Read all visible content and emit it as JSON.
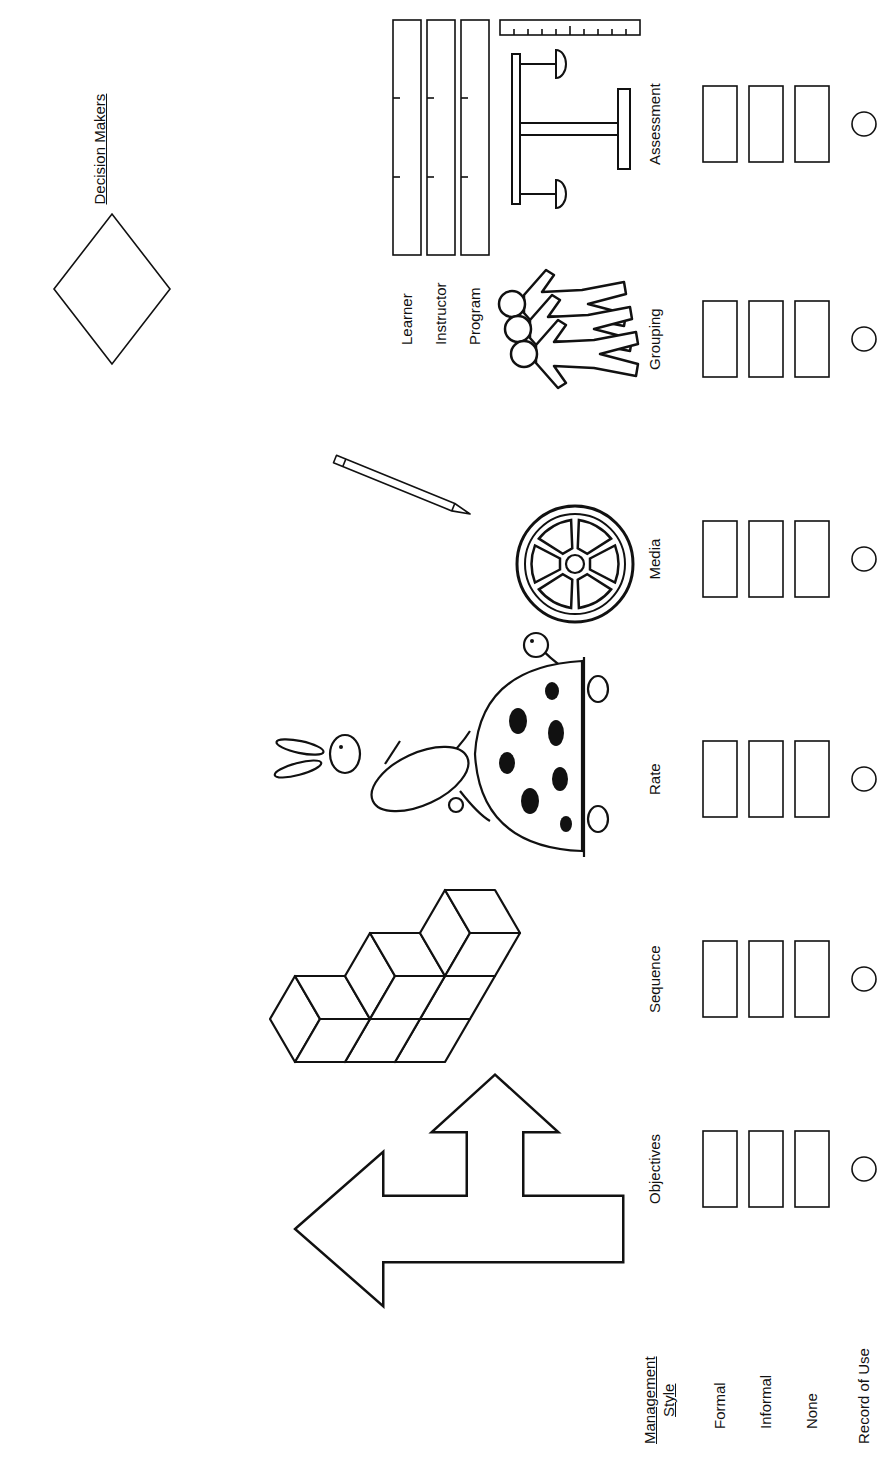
{
  "diagram": {
    "labels": [
      "Decision Makers",
      "Learner",
      "Instructor",
      "Program",
      "Objectives",
      "Sequence",
      "Rate",
      "Media",
      "Grouping",
      "Assessment",
      "Management Style",
      "Formal",
      "Informal",
      "None",
      "Record of Use"
    ]
  }
}
